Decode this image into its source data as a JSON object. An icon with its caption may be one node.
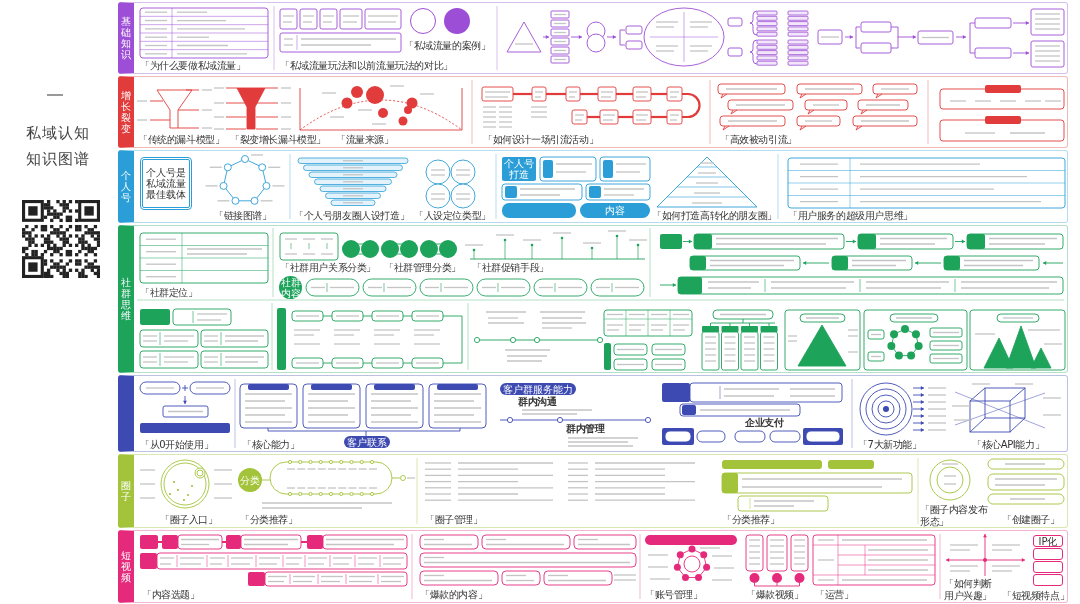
{
  "diagram": {
    "title": "私域认知知识图谱",
    "nodes": [
      {
        "text": [
          "基础知识",
          "「为什么要做私域流量」",
          "「私域流量玩法和以前流量玩法的对比」",
          "「私域流量的案例」"
        ]
      },
      {
        "text": [],
        "shape": "circle",
        "in": 0
      },
      {
        "text": [],
        "shape": "circle",
        "in": 0
      },
      {
        "text": [
          "增长裂变",
          "「传统的漏斗模型」",
          "「裂变增长漏斗模型」",
          "「流量来源」",
          "「如何设计一场引流活动」",
          "「高效被动引流」"
        ]
      },
      {
        "text": [
          "个人号",
          "「链接图谱」",
          "「个人号朋友圈人设打造」",
          "「人设定位类型」",
          "「如何打造高转化的朋友圈」",
          "「用户服务的超级用户思维」"
        ]
      },
      {
        "text": [
          "个人号是私域流量最佳载体"
        ],
        "in": 4
      },
      {
        "text": [
          "个人号打造"
        ],
        "in": 4
      },
      {
        "text": [
          "内容"
        ],
        "in": 4
      },
      {
        "text": [
          "社群思维",
          "「社群定位」",
          "「社群用户关系分类」",
          "「社群管理分类」",
          "「社群促销手段」"
        ]
      },
      {
        "text": [
          "社群内容"
        ],
        "in": 8
      },
      {
        "text": [
          "「从0开始使用」",
          "「核心能力」",
          "群内沟通",
          "群内管理",
          "企业支付",
          "「7大新功能」",
          "「核心API能力」"
        ]
      },
      {
        "text": [
          "客户联系"
        ],
        "in": 10
      },
      {
        "text": [
          "客户群服务能力"
        ],
        "in": 10
      },
      {
        "text": [
          "圈子",
          "「圈子入口」",
          "「分类推荐」",
          "「圈子管理」",
          "「分类推荐」",
          "「圈子内容发布形态」",
          "「创建圈子」"
        ]
      },
      {
        "text": [
          "分类"
        ],
        "in": 13
      },
      {
        "text": [
          "短视频",
          "「内容选题」",
          "「爆款的内容」",
          "「账号管理」",
          "「爆款视频」",
          "「运营」",
          "「如何判断用户兴趣」",
          "「短视频特点」"
        ]
      },
      {
        "text": [
          "IP化"
        ],
        "in": 15
      },
      {
        "text": [],
        "shape": "box",
        "in": 15
      },
      {
        "text": [],
        "shape": "box",
        "in": 15
      },
      {
        "text": [],
        "shape": "box",
        "in": 15
      }
    ]
  }
}
